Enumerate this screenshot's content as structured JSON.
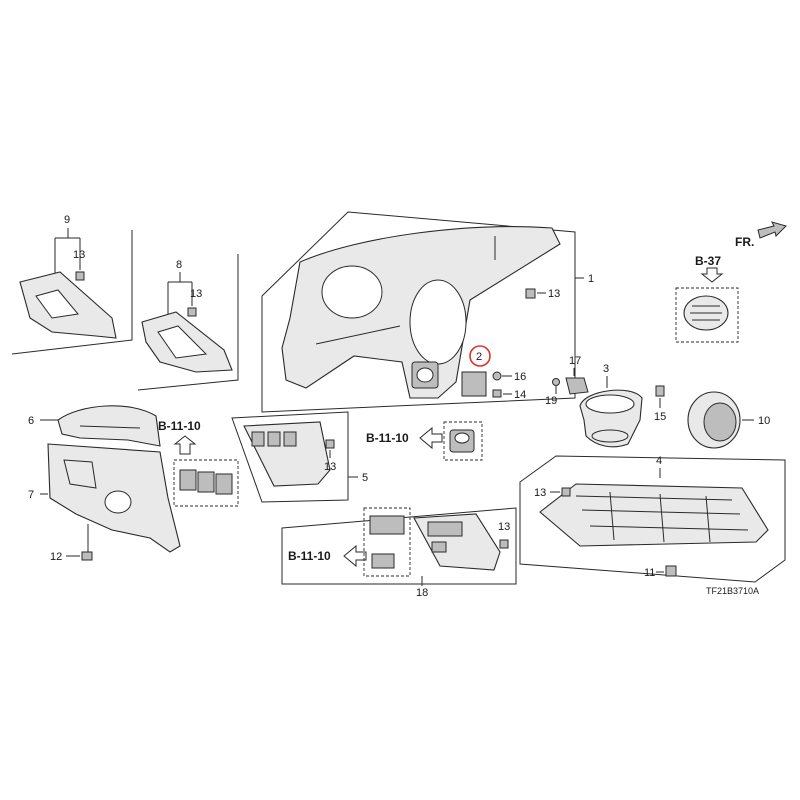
{
  "callouts": {
    "c1": "1",
    "c2": "2",
    "c3": "3",
    "c4": "4",
    "c5": "5",
    "c6": "6",
    "c7": "7",
    "c8": "8",
    "c9": "9",
    "c10": "10",
    "c11": "11",
    "c12": "12",
    "c13a": "13",
    "c13b": "13",
    "c13c": "13",
    "c13d": "13",
    "c13e": "13",
    "c13f": "13",
    "c14": "14",
    "c15": "15",
    "c16": "16",
    "c17": "17",
    "c18": "18",
    "c19": "19"
  },
  "refs": {
    "b1110_a": "B-11-10",
    "b1110_b": "B-11-10",
    "b1110_c": "B-11-10",
    "b37": "B-37"
  },
  "direction": "FR.",
  "diagram_code": "TF21B3710A",
  "highlight_color": "#d9342b"
}
